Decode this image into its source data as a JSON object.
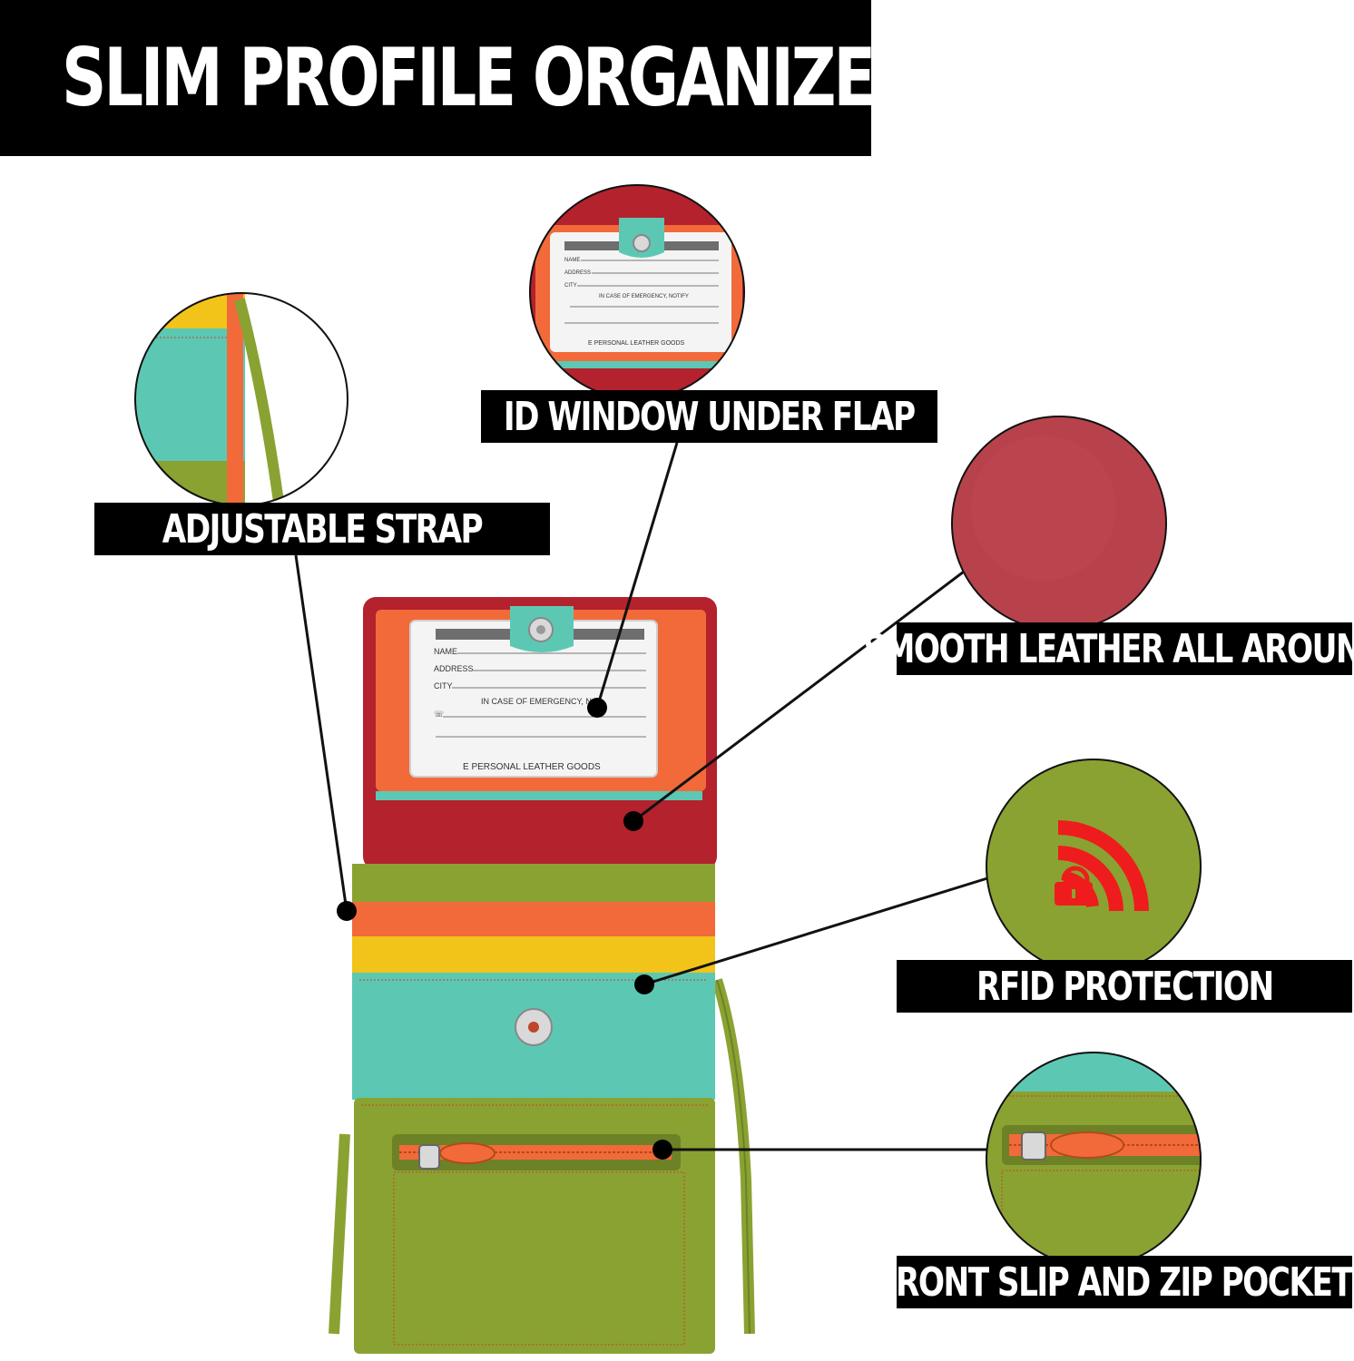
{
  "title": "SLIM PROFILE ORGANIZER",
  "callouts": [
    {
      "id": "adjustable-strap",
      "label": "ADJUSTABLE STRAP"
    },
    {
      "id": "id-window",
      "label": "ID WINDOW UNDER FLAP"
    },
    {
      "id": "smooth-leather",
      "label": "SMOOTH LEATHER ALL AROUND"
    },
    {
      "id": "rfid",
      "label": "RFID PROTECTION"
    },
    {
      "id": "pockets",
      "label": "FRONT SLIP AND ZIP POCKETS"
    }
  ],
  "id_card": {
    "name": "NAME",
    "address": "ADDRESS",
    "city": "CITY",
    "emergency": "IN CASE OF EMERGENCY, N",
    "emergency_zoom": "IN CASE OF EMERGENCY, NOTIFY",
    "tel": "☏",
    "brand": "E PERSONAL LEATHER GOODS"
  },
  "colors": {
    "red": "#b3222d",
    "orange": "#f26a3a",
    "yellow": "#f2c419",
    "teal": "#5cc8b4",
    "green": "#8aa232",
    "rfid_red": "#ee1c1c"
  }
}
